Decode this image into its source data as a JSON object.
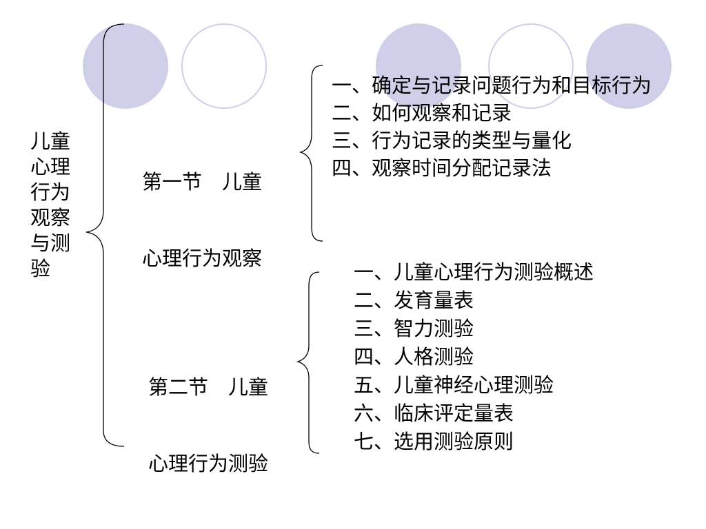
{
  "theme": {
    "circle_fill": "#cfcfea",
    "circle_outline": "#cfcfea",
    "text_color": "#000000"
  },
  "root_title": "儿童心理行为观察与测验",
  "sections": [
    {
      "title_line1": "第一节　儿童",
      "title_line2": "心理行为观察",
      "items": [
        "一、确定与记录问题行为和目标行为",
        "二、如何观察和记录",
        "三、行为记录的类型与量化",
        "四、观察时间分配记录法"
      ]
    },
    {
      "title_line1": "第二节　儿童",
      "title_line2": "心理行为测验",
      "items": [
        "一、儿童心理行为测验概述",
        "二、发育量表",
        "三、智力测验",
        "四、人格测验",
        "五、儿童神经心理测验",
        "六、临床评定量表",
        "七、选用测验原则"
      ]
    }
  ]
}
